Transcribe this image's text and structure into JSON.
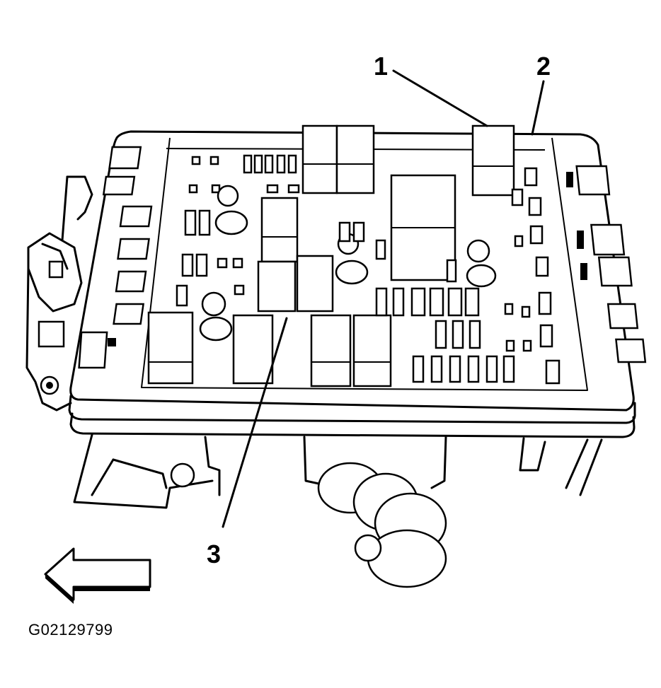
{
  "callouts": [
    {
      "id": "1",
      "label": "1"
    },
    {
      "id": "2",
      "label": "2"
    },
    {
      "id": "3",
      "label": "3"
    }
  ],
  "figure_id": "G02129799",
  "icons": {
    "direction_arrow": "left-arrow-icon"
  }
}
